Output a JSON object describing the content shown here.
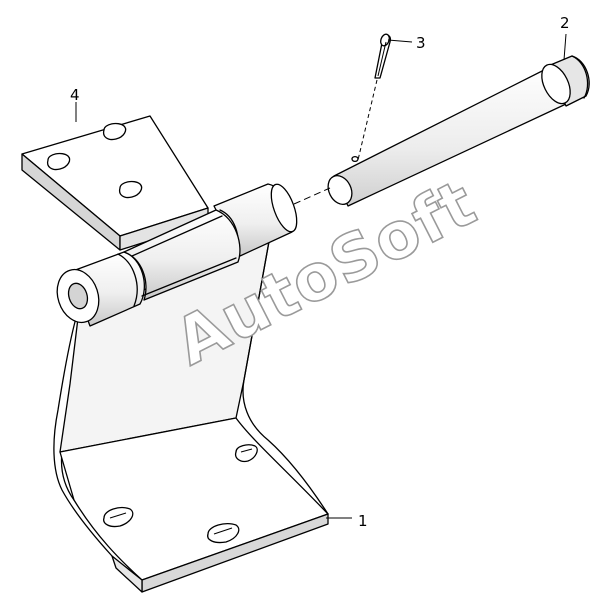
{
  "callouts": {
    "part_1": "1",
    "part_2": "2",
    "part_3": "3",
    "part_4": "4"
  },
  "watermark": "AutoSoft",
  "colors": {
    "line": "#000000",
    "face_light": "#ffffff",
    "face_shade": "#dcdcdc",
    "face_dark": "#c4c4c4",
    "watermark_stroke": "#9a9a9a"
  }
}
